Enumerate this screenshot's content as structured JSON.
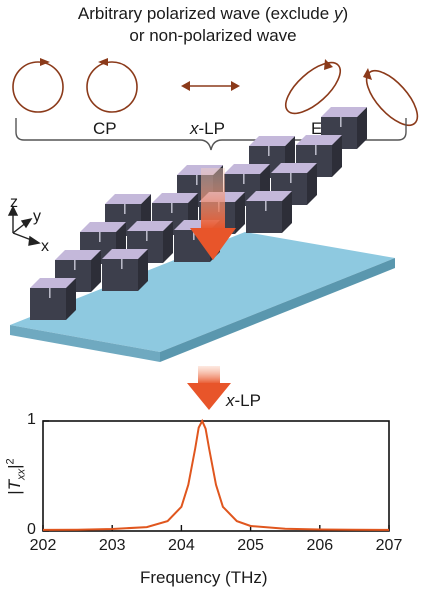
{
  "header": {
    "title_line1_prefix": "Arbitrary polarized wave (exclude ",
    "title_line1_var": "y",
    "title_line1_suffix": ")",
    "title_line2": "or non-polarized wave"
  },
  "polarization_labels": {
    "cp": "CP",
    "lp_var": "x",
    "lp_suffix": "-LP",
    "ep": "EP"
  },
  "axes_labels": {
    "z": "z",
    "y": "y",
    "x": "x"
  },
  "output_label": {
    "var": "x",
    "suffix": "-LP"
  },
  "colors": {
    "arrow_brown": "#8B3A1A",
    "beam_orange": "#E8552A",
    "curve_orange": "#E0561E",
    "substrate": "#8EC9E0",
    "cube_top": "#C4B8DA",
    "cube_side": "#3D3F4C"
  },
  "chart_data": {
    "type": "line",
    "xlabel": "Frequency (THz)",
    "ylabel_base": "|T",
    "ylabel_sub": "xx",
    "ylabel_sup": "2",
    "xlim": [
      202,
      207
    ],
    "ylim": [
      0,
      1
    ],
    "xticks": [
      "202",
      "203",
      "204",
      "205",
      "206",
      "207"
    ],
    "yticks": [
      "0",
      "1"
    ],
    "series": [
      {
        "x": [
          202.0,
          202.5,
          203.0,
          203.5,
          203.8,
          204.0,
          204.1,
          204.2,
          204.25,
          204.3,
          204.35,
          204.4,
          204.5,
          204.6,
          204.8,
          205.0,
          205.5,
          206.0,
          206.5,
          207.0
        ],
        "y": [
          0.01,
          0.012,
          0.018,
          0.035,
          0.09,
          0.22,
          0.42,
          0.75,
          0.94,
          1.0,
          0.93,
          0.75,
          0.42,
          0.22,
          0.09,
          0.045,
          0.02,
          0.014,
          0.011,
          0.01
        ]
      }
    ]
  }
}
